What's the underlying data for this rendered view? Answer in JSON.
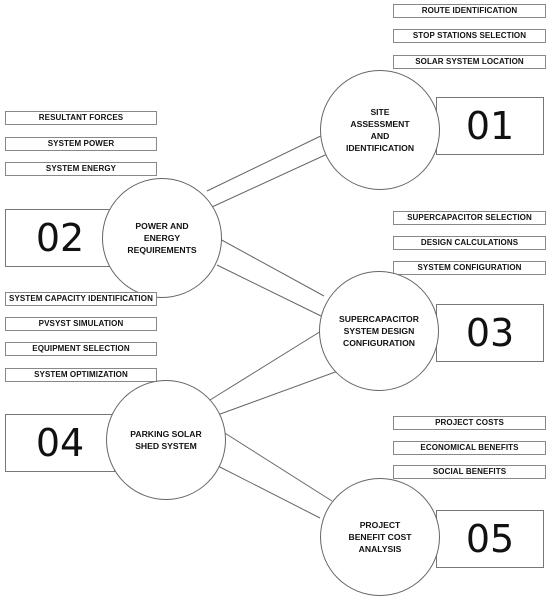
{
  "steps": [
    {
      "number": "01",
      "title_lines": [
        "SITE",
        "ASSESSMENT",
        "AND",
        "IDENTIFICATION"
      ],
      "items": [
        "ROUTE IDENTIFICATION",
        "STOP STATIONS SELECTION",
        "SOLAR SYSTEM LOCATION"
      ]
    },
    {
      "number": "02",
      "title_lines": [
        "POWER AND",
        "ENERGY",
        "REQUIREMENTS"
      ],
      "items": [
        "RESULTANT FORCES",
        "SYSTEM POWER",
        "SYSTEM ENERGY"
      ]
    },
    {
      "number": "03",
      "title_lines": [
        "SUPERCAPACITOR",
        "SYSTEM DESIGN",
        "CONFIGURATION"
      ],
      "items": [
        "SUPERCAPACITOR SELECTION",
        "DESIGN CALCULATIONS",
        "SYSTEM CONFIGURATION"
      ]
    },
    {
      "number": "04",
      "title_lines": [
        "PARKING SOLAR",
        "SHED SYSTEM"
      ],
      "items": [
        "SYSTEM CAPACITY IDENTIFICATION",
        "PVSYST SIMULATION",
        "EQUIPMENT SELECTION",
        "SYSTEM OPTIMIZATION"
      ]
    },
    {
      "number": "05",
      "title_lines": [
        "PROJECT",
        "BENEFIT COST",
        "ANALYSIS"
      ],
      "items": [
        "PROJECT COSTS",
        "ECONOMICAL BENEFITS",
        "SOCIAL BENEFITS"
      ]
    }
  ]
}
